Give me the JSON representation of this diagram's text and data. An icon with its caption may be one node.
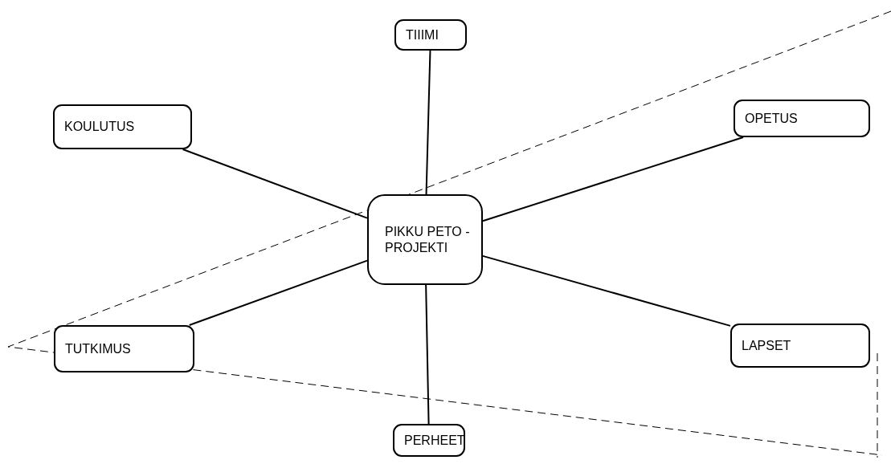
{
  "diagram": {
    "nodes": [
      {
        "text": [
          "TIIIMI"
        ]
      },
      {
        "text": [
          "KOULUTUS"
        ]
      },
      {
        "text": [
          "OPETUS"
        ]
      },
      {
        "text": [
          "PIKKU PETO -PROJEKTI"
        ]
      },
      {
        "text": [
          "TUTKIMUS"
        ]
      },
      {
        "text": [
          "LAPSET"
        ]
      },
      {
        "text": [
          "PERHEET"
        ]
      }
    ],
    "edges": [
      {
        "from": 3,
        "to": 0,
        "arrow": "none"
      },
      {
        "from": 3,
        "to": 1,
        "arrow": "none"
      },
      {
        "from": 3,
        "to": 2,
        "arrow": "none"
      },
      {
        "from": 3,
        "to": 4,
        "arrow": "none"
      },
      {
        "from": 3,
        "to": 5,
        "arrow": "none"
      },
      {
        "from": 3,
        "to": 6,
        "arrow": "none"
      }
    ]
  }
}
